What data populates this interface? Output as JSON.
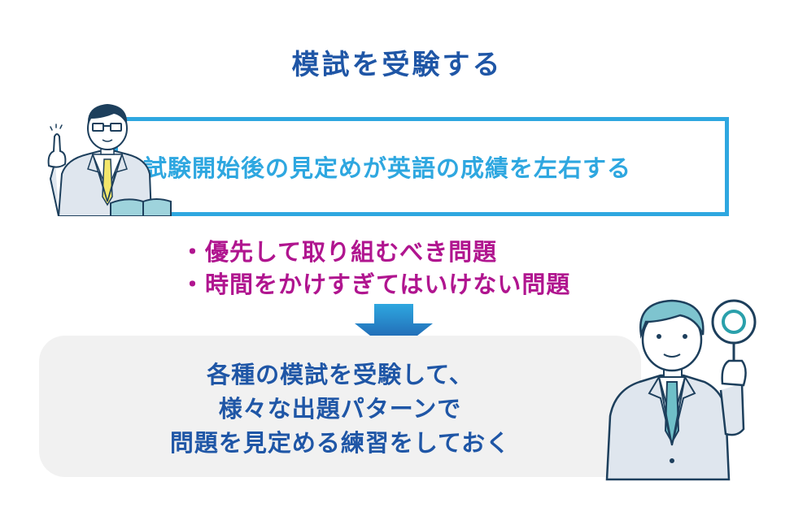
{
  "title": "模試を受験する",
  "callout": {
    "text": "試験開始後の見定めが英語の成績を左右する",
    "border_color": "#2ea7e0"
  },
  "bullets": [
    "・優先して取り組むべき問題",
    "・時間をかけすぎてはいけない問題"
  ],
  "arrow": {
    "icon": "down-arrow-icon",
    "color_top": "#2ea7e0",
    "color_bottom": "#1c4fa2"
  },
  "panel": {
    "lines": [
      "各種の模試を受験して、",
      "様々な出題パターンで",
      "問題を見定める練習をしておく"
    ],
    "background": "#f1f1f1"
  },
  "illustrations": {
    "left": "man-with-glasses-pointing-up-holding-book",
    "right": "man-holding-circle-sign"
  },
  "colors": {
    "title": "#1f56a6",
    "callout_text": "#2ea7e0",
    "bullets": "#b0158f",
    "panel_text": "#1f56a6"
  }
}
